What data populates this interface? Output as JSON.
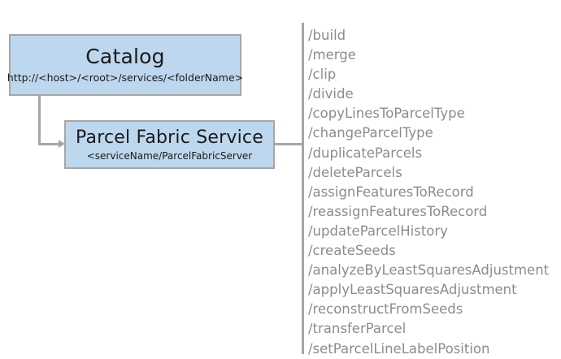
{
  "diagram": {
    "type": "service-endpoint-diagram",
    "colors": {
      "node_fill": "#bdd7ee",
      "node_border": "#a6a6a6",
      "connector": "#a6a6a6",
      "operation_text": "#8c8c8c",
      "node_text": "#1a1a1a",
      "background": "#ffffff"
    },
    "nodes": [
      {
        "id": "catalog",
        "title": "Catalog",
        "subtitle": "http://<host>/<root>/services/<folderName>"
      },
      {
        "id": "parcel-fabric-service",
        "title": "Parcel Fabric Service",
        "subtitle": "<serviceName/ParcelFabricServer"
      }
    ],
    "operations": [
      "/build",
      "/merge",
      "/clip",
      "/divide",
      "/copyLinesToParcelType",
      "/changeParcelType",
      "/duplicateParcels",
      "/deleteParcels",
      "/assignFeaturesToRecord",
      "/reassignFeaturesToRecord",
      "/updateParcelHistory",
      "/createSeeds",
      "/analyzeByLeastSquaresAdjustment",
      "/applyLeastSquaresAdjustment",
      "/reconstructFromSeeds",
      "/transferParcel",
      "/setParcelLineLabelPosition"
    ]
  }
}
